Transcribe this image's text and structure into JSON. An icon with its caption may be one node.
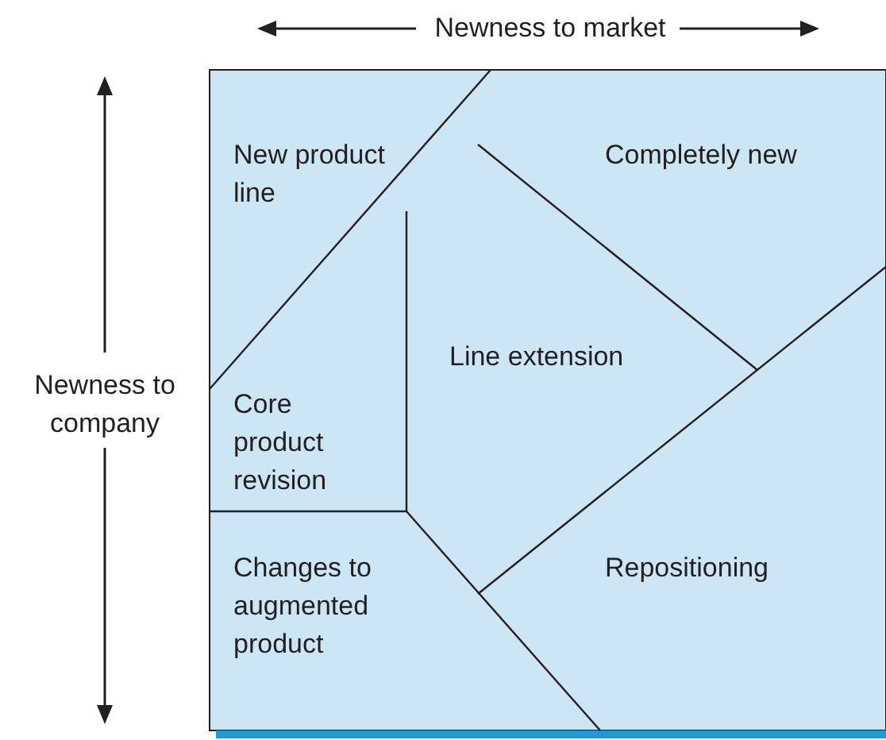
{
  "diagram": {
    "labels": [
      "Newness to market",
      "Newness to company",
      "New product line",
      "Completely new",
      "Line extension",
      "Core product revision",
      "Changes to augmented product",
      "Repositioning"
    ]
  }
}
